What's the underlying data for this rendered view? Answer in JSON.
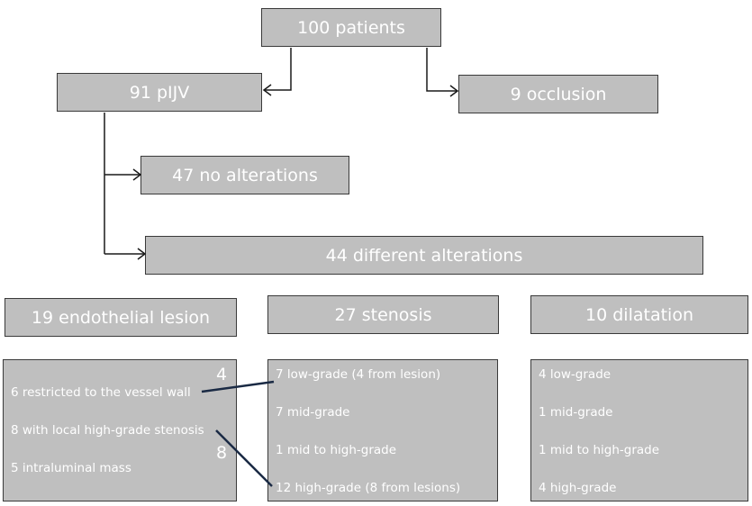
{
  "nodes": {
    "patients": "100 patients",
    "pijv": "91 pIJV",
    "occlusion": "9 occlusion",
    "no_alterations": "47 no alterations",
    "different_alterations": "44 different alterations",
    "endothelial": "19 endothelial lesion",
    "stenosis": "27 stenosis",
    "dilatation": "10 dilatation"
  },
  "endothelial_details": [
    "6 restricted to the vessel wall",
    "8 with local high-grade stenosis",
    "5 intraluminal mass"
  ],
  "stenosis_details": [
    "7 low-grade (4 from lesion)",
    "7 mid-grade",
    "1 mid to high-grade",
    "12 high-grade (8 from lesions)"
  ],
  "dilatation_details": [
    "4 low-grade",
    "1 mid-grade",
    "1 mid to high-grade",
    "4 high-grade"
  ],
  "link_markers": [
    "4",
    "8"
  ]
}
